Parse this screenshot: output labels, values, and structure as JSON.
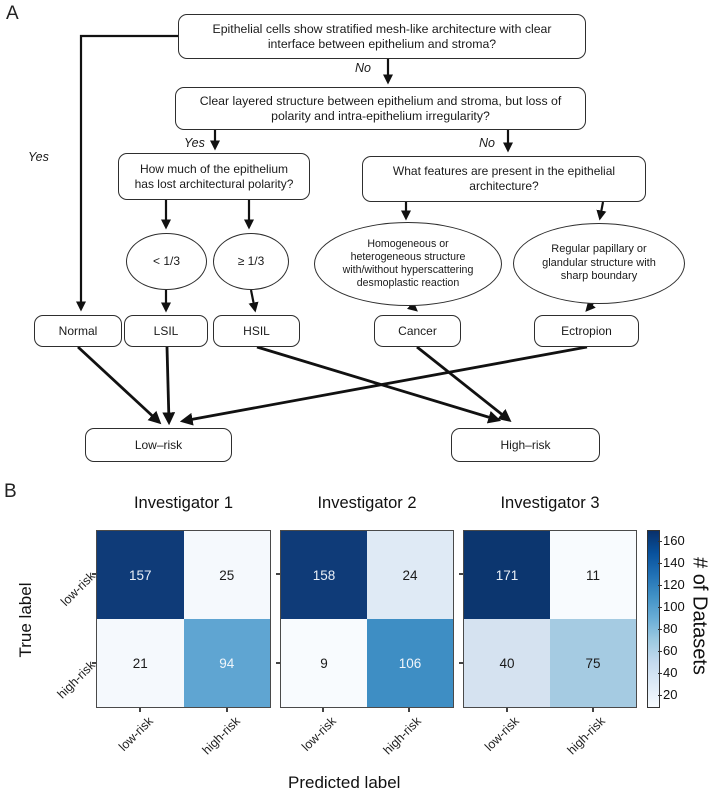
{
  "panelA": {
    "label": "A",
    "nodes": {
      "q_top": "Epithelial cells show stratified mesh-like architecture with clear\ninterface between epithelium and stroma?",
      "q_layered": "Clear layered structure between epithelium and stroma, but loss of\npolarity and intra-epithelium irregularity?",
      "q_how_much": "How much of the epithelium\nhas lost architectural polarity?",
      "q_features": "What features are present in the epithelial\narchitecture?",
      "lt_third": "< 1/3",
      "ge_third": "≥ 1/3",
      "cancer_desc": "Homogeneous or\nheterogeneous structure\nwith/without hyperscattering\ndesmoplastic reaction",
      "ectropion_desc": "Regular papillary or\nglandular structure with\nsharp boundary",
      "normal": "Normal",
      "lsil": "LSIL",
      "hsil": "HSIL",
      "cancer": "Cancer",
      "ectropion": "Ectropion",
      "low_risk": "Low–risk",
      "high_risk": "High–risk"
    },
    "edge_labels": {
      "yes_top": "Yes",
      "no_top": "No",
      "yes_mid": "Yes",
      "no_mid": "No"
    },
    "edges": [
      {
        "from": "q_top",
        "to": "normal",
        "label": "Yes"
      },
      {
        "from": "q_top",
        "to": "q_layered",
        "label": "No"
      },
      {
        "from": "q_layered",
        "to": "q_how_much",
        "label": "Yes"
      },
      {
        "from": "q_layered",
        "to": "q_features",
        "label": "No"
      },
      {
        "from": "q_how_much",
        "to": "lt_third"
      },
      {
        "from": "q_how_much",
        "to": "ge_third"
      },
      {
        "from": "lt_third",
        "to": "lsil"
      },
      {
        "from": "ge_third",
        "to": "hsil"
      },
      {
        "from": "q_features",
        "to": "cancer_desc"
      },
      {
        "from": "q_features",
        "to": "ectropion_desc"
      },
      {
        "from": "cancer_desc",
        "to": "cancer"
      },
      {
        "from": "ectropion_desc",
        "to": "ectropion"
      },
      {
        "from": "normal",
        "to": "low_risk"
      },
      {
        "from": "lsil",
        "to": "low_risk"
      },
      {
        "from": "hsil",
        "to": "high_risk"
      },
      {
        "from": "cancer",
        "to": "high_risk"
      },
      {
        "from": "ectropion",
        "to": "low_risk"
      }
    ]
  },
  "panelB": {
    "label": "B",
    "y_axis_label": "True label",
    "x_axis_label": "Predicted label",
    "row_labels": [
      "low-risk",
      "high-risk"
    ],
    "col_labels": [
      "low-risk",
      "high-risk"
    ],
    "matrices": [
      {
        "title": "Investigator 1",
        "values": [
          [
            157,
            25
          ],
          [
            21,
            94
          ]
        ],
        "bg": [
          [
            "#0f3b78",
            "#f5f9fd"
          ],
          [
            "#f5f9fd",
            "#5fa5d2"
          ]
        ],
        "fg": [
          [
            "#e9eff7",
            "#1a1a1a"
          ],
          [
            "#1a1a1a",
            "#f0f5fa"
          ]
        ]
      },
      {
        "title": "Investigator 2",
        "values": [
          [
            158,
            24
          ],
          [
            9,
            106
          ]
        ],
        "bg": [
          [
            "#0f3b78",
            "#dfeaf5"
          ],
          [
            "#f8fbfe",
            "#3e8ec4"
          ]
        ],
        "fg": [
          [
            "#e9eff7",
            "#1a1a1a"
          ],
          [
            "#1a1a1a",
            "#f0f5fa"
          ]
        ]
      },
      {
        "title": "Investigator 3",
        "values": [
          [
            171,
            11
          ],
          [
            40,
            75
          ]
        ],
        "bg": [
          [
            "#0c366f",
            "#f8fbfe"
          ],
          [
            "#d5e2f0",
            "#a5cbe2"
          ]
        ],
        "fg": [
          [
            "#e9eff7",
            "#1a1a1a"
          ],
          [
            "#1a1a1a",
            "#1a1a1a"
          ]
        ]
      }
    ],
    "colorbar": {
      "label": "# of Datasets",
      "ticks": [
        160,
        140,
        120,
        100,
        80,
        60,
        40,
        20
      ],
      "stops": [
        "#08306b",
        "#08519c",
        "#2171b5",
        "#4292c6",
        "#6baed6",
        "#9ecae1",
        "#c6dbef",
        "#deebf7",
        "#f7fbff"
      ]
    }
  },
  "chart_data": [
    {
      "type": "heatmap",
      "title": "Investigator 1",
      "x_categories": [
        "low-risk",
        "high-risk"
      ],
      "y_categories": [
        "low-risk",
        "high-risk"
      ],
      "values": [
        [
          157,
          25
        ],
        [
          21,
          94
        ]
      ],
      "xlabel": "Predicted label",
      "ylabel": "True label",
      "colorbar_label": "# of Datasets",
      "colorbar_ticks": [
        20,
        40,
        60,
        80,
        100,
        120,
        140,
        160
      ],
      "colormap": "Blues"
    },
    {
      "type": "heatmap",
      "title": "Investigator 2",
      "x_categories": [
        "low-risk",
        "high-risk"
      ],
      "y_categories": [
        "low-risk",
        "high-risk"
      ],
      "values": [
        [
          158,
          24
        ],
        [
          9,
          106
        ]
      ],
      "xlabel": "Predicted label",
      "ylabel": "True label",
      "colorbar_label": "# of Datasets",
      "colorbar_ticks": [
        20,
        40,
        60,
        80,
        100,
        120,
        140,
        160
      ],
      "colormap": "Blues"
    },
    {
      "type": "heatmap",
      "title": "Investigator 3",
      "x_categories": [
        "low-risk",
        "high-risk"
      ],
      "y_categories": [
        "low-risk",
        "high-risk"
      ],
      "values": [
        [
          171,
          11
        ],
        [
          40,
          75
        ]
      ],
      "xlabel": "Predicted label",
      "ylabel": "True label",
      "colorbar_label": "# of Datasets",
      "colorbar_ticks": [
        20,
        40,
        60,
        80,
        100,
        120,
        140,
        160
      ],
      "colormap": "Blues"
    }
  ]
}
